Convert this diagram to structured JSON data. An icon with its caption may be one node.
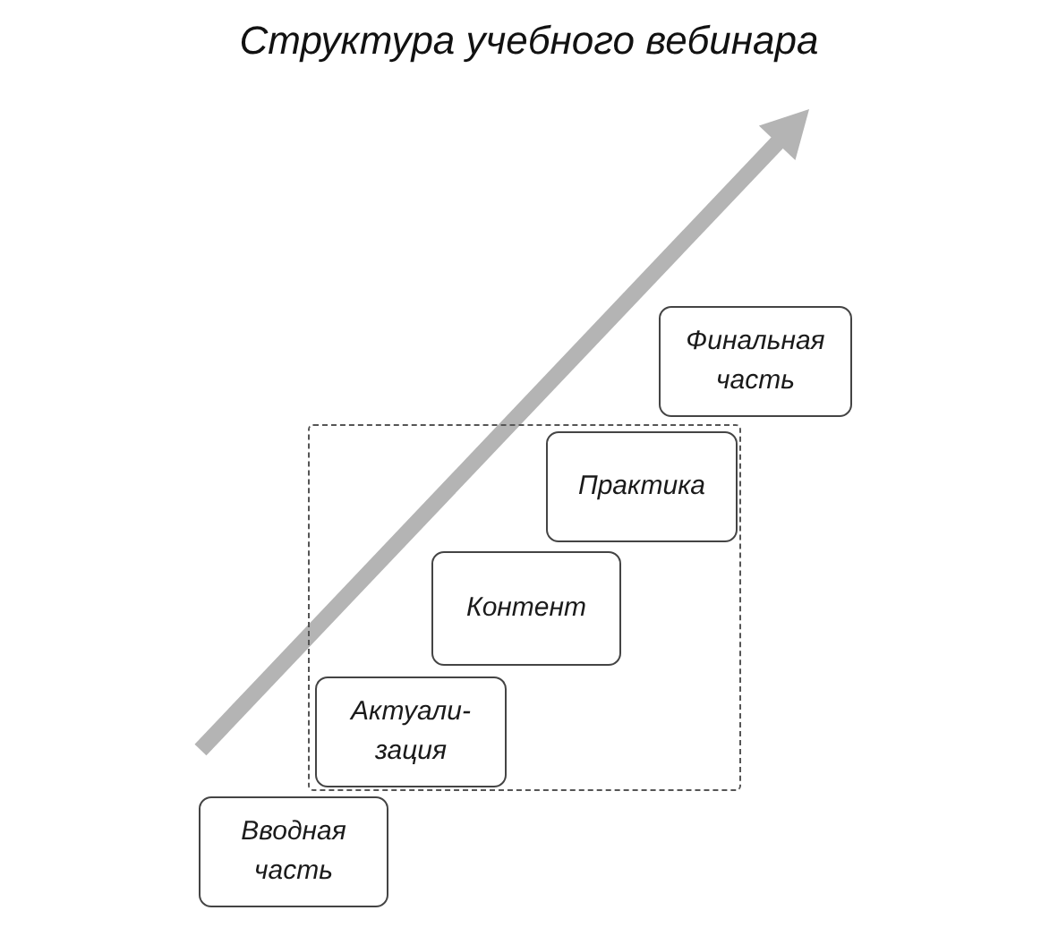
{
  "diagram": {
    "title": "Структура учебного вебинара",
    "nodes": [
      {
        "text": [
          "Вводная часть"
        ]
      },
      {
        "text": [],
        "shape": "box"
      },
      {
        "text": [
          "Актуали-зация"
        ],
        "in": 1
      },
      {
        "text": [
          "Контент"
        ],
        "in": 1
      },
      {
        "text": [
          "Практика"
        ],
        "in": 1
      },
      {
        "text": [
          "Финальная часть"
        ]
      }
    ]
  }
}
